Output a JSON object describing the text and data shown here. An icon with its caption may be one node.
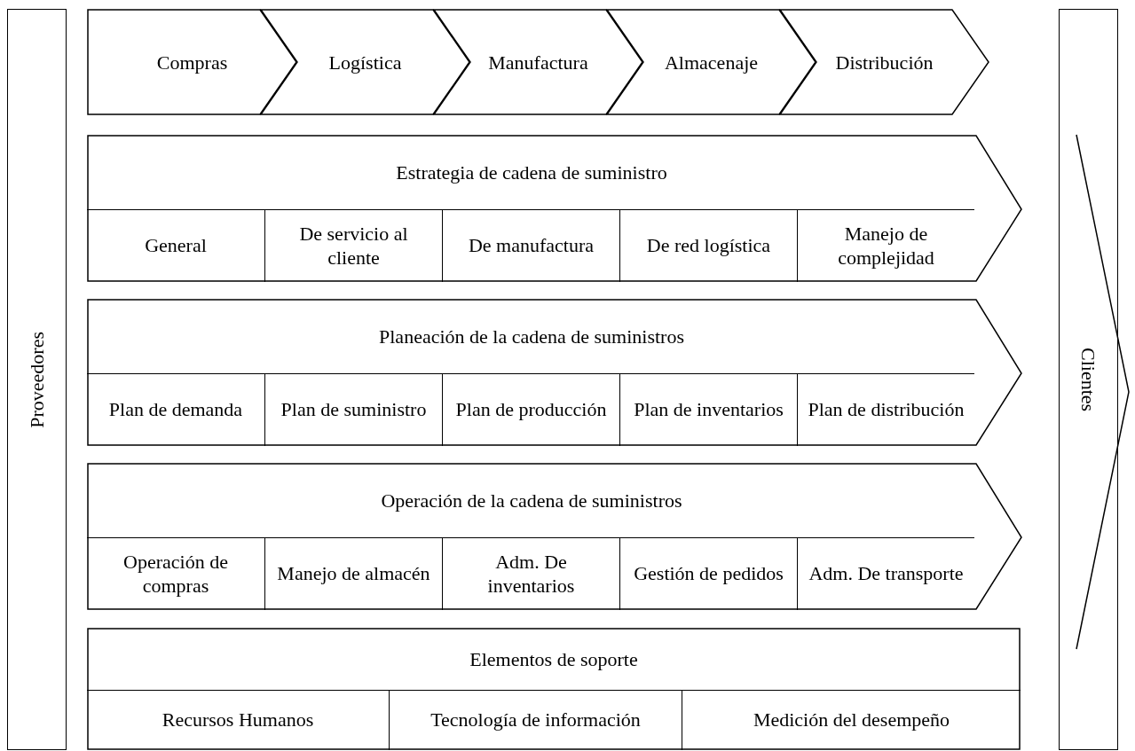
{
  "diagram": {
    "nodes": [
      {
        "text": [
          "Proveedores"
        ]
      },
      {
        "text": [
          "Compras"
        ]
      },
      {
        "text": [
          "Logística"
        ]
      },
      {
        "text": [
          "Manufactura"
        ]
      },
      {
        "text": [
          "Almacenaje"
        ]
      },
      {
        "text": [
          "Distribución"
        ]
      },
      {
        "text": [
          "Estrategia de cadena de suministro"
        ]
      },
      {
        "text": [
          "General"
        ],
        "in": 6
      },
      {
        "text": [
          "De servicio al cliente"
        ],
        "in": 6
      },
      {
        "text": [
          "De manufactura"
        ],
        "in": 6
      },
      {
        "text": [
          "De red logística"
        ],
        "in": 6
      },
      {
        "text": [
          "Manejo de complejidad"
        ],
        "in": 6
      },
      {
        "text": [
          "Planeación de la cadena de suministros"
        ]
      },
      {
        "text": [
          "Plan de demanda"
        ],
        "in": 12
      },
      {
        "text": [
          "Plan de suministro"
        ],
        "in": 12
      },
      {
        "text": [
          "Plan de producción"
        ],
        "in": 12
      },
      {
        "text": [
          "Plan de inventarios"
        ],
        "in": 12
      },
      {
        "text": [
          "Plan de distribución"
        ],
        "in": 12
      },
      {
        "text": [
          "Operación de la cadena de suministros"
        ]
      },
      {
        "text": [
          "Operación de compras"
        ],
        "in": 18
      },
      {
        "text": [
          "Manejo de almacén"
        ],
        "in": 18
      },
      {
        "text": [
          "Adm. De inventarios"
        ],
        "in": 18
      },
      {
        "text": [
          "Gestión de pedidos"
        ],
        "in": 18
      },
      {
        "text": [
          "Adm. De transporte"
        ],
        "in": 18
      },
      {
        "text": [
          "Elementos de soporte"
        ]
      },
      {
        "text": [
          "Recursos Humanos"
        ],
        "in": 24
      },
      {
        "text": [
          "Tecnología de información"
        ],
        "in": 24
      },
      {
        "text": [
          "Medición del desempeño"
        ],
        "in": 24
      },
      {
        "text": [
          "Clientes"
        ]
      }
    ]
  }
}
